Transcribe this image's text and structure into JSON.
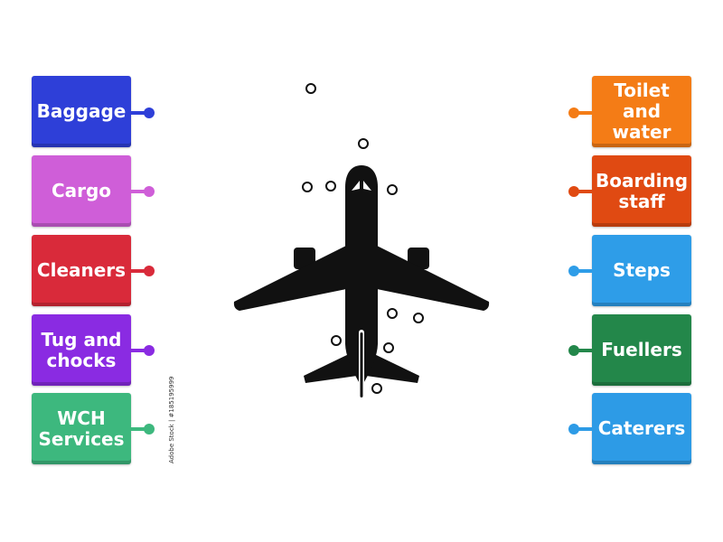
{
  "left_labels": [
    {
      "text": "Baggage",
      "color": "#2E3FD8"
    },
    {
      "text": "Cargo",
      "color": "#CF5ED8"
    },
    {
      "text": "Cleaners",
      "color": "#D92A3A"
    },
    {
      "text": "Tug and chocks",
      "color": "#8A2BE2"
    },
    {
      "text": "WCH Services",
      "color": "#3DB87E"
    }
  ],
  "right_labels": [
    {
      "text": "Toilet and water",
      "color": "#F47C16"
    },
    {
      "text": "Boarding staff",
      "color": "#E04A12"
    },
    {
      "text": "Steps",
      "color": "#2E9DE8"
    },
    {
      "text": "Fuellers",
      "color": "#23874A"
    },
    {
      "text": "Caterers",
      "color": "#2D9BE6"
    }
  ],
  "image": {
    "subject": "airplane-icon",
    "watermark": "Adobe Stock | #185195999"
  }
}
